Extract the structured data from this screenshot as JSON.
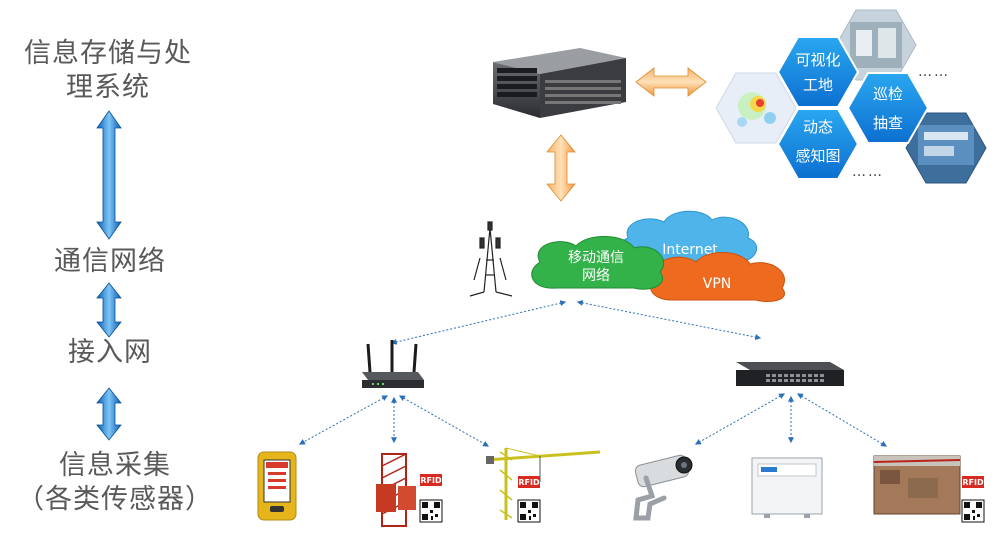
{
  "layers": {
    "storage": "信息存储与处理系统",
    "network": "通信网络",
    "access": "接入网",
    "collection_line1": "信息采集",
    "collection_line2": "（各类传感器）"
  },
  "hexagons": {
    "visual_site": "可视化工地",
    "inspection": "巡检抽查",
    "dynamic_map": "动态感知图",
    "ellipsis_top": "……",
    "ellipsis_bottom": "……"
  },
  "clouds": {
    "mobile": "移动通信网络",
    "internet": "Internet",
    "vpn": "VPN"
  },
  "sensors": {
    "rfid_label": "RFID"
  },
  "colors": {
    "text_gray": "#595959",
    "arrow_blue": "#1f7fd1",
    "arrow_orange": "#f4a24c",
    "hex_blue": "#1a8be0",
    "cloud_green": "#33b24a",
    "cloud_blue": "#4fb4ea",
    "cloud_orange": "#ee6a1f",
    "dashed_link": "#2a6fb8"
  },
  "icons": [
    "server-icon",
    "tower-icon",
    "router-icon",
    "switch-icon",
    "handheld-icon",
    "hoist-icon",
    "crane-icon",
    "camera-icon",
    "sensor-box-icon",
    "site-photo-icon",
    "qr-code-icon"
  ]
}
